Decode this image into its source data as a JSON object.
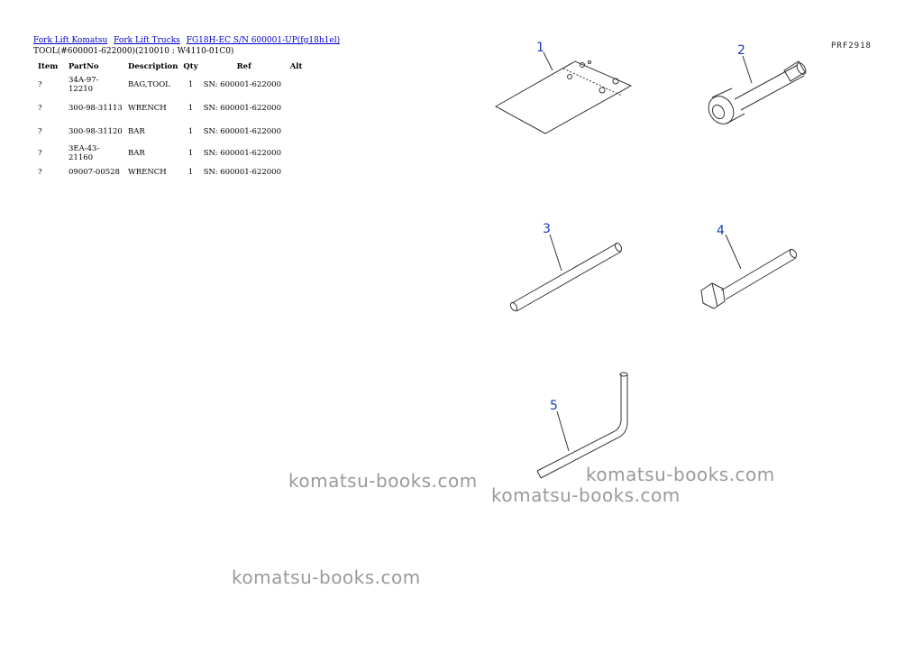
{
  "breadcrumb": [
    "Fork Lift Komatsu",
    "Fork Lift Trucks",
    "FG18H-EC S/N 600001-UP(fg18h1el)"
  ],
  "subtitle": "TOOL(#600001-622000)(210010 : W4110-01C0)",
  "table": {
    "headers": [
      "Item",
      "PartNo",
      "Description",
      "Qty",
      "Ref",
      "Alt"
    ],
    "rows": [
      {
        "item": "?",
        "partno": "34A-97-12210",
        "description": "BAG,TOOL",
        "qty": "1",
        "ref": "SN: 600001-622000",
        "alt": ""
      },
      {
        "item": "?",
        "partno": "300-98-31113",
        "description": "WRENCH",
        "qty": "1",
        "ref": "SN: 600001-622000",
        "alt": ""
      },
      {
        "item": "?",
        "partno": "300-98-31120",
        "description": "BAR",
        "qty": "1",
        "ref": "SN: 600001-622000",
        "alt": ""
      },
      {
        "item": "?",
        "partno": "3EA-43-21160",
        "description": "BAR",
        "qty": "1",
        "ref": "SN: 600001-622000",
        "alt": ""
      },
      {
        "item": "?",
        "partno": "09007-00528",
        "description": "WRENCH",
        "qty": "1",
        "ref": "SN: 600001-622000",
        "alt": ""
      }
    ]
  },
  "diagram": {
    "code": "PRF2918",
    "callouts": [
      "1",
      "2",
      "3",
      "4",
      "5"
    ]
  },
  "watermarks": [
    "komatsu-books.com",
    "komatsu-books.com",
    "komatsu-books.com",
    "komatsu-books.com"
  ]
}
